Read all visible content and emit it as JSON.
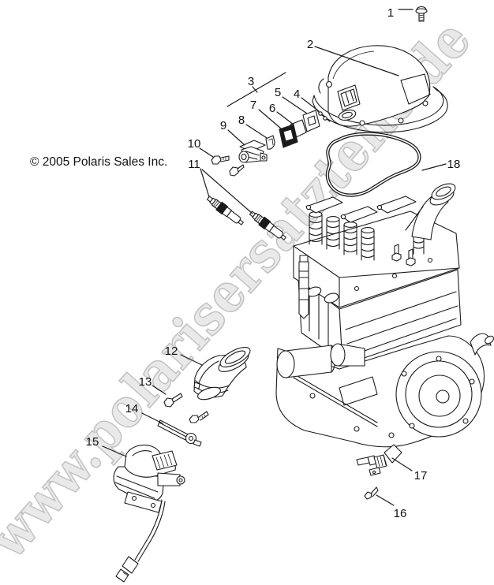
{
  "page": {
    "background": "#ffffff",
    "ink_color": "#1c1c1c"
  },
  "watermark": {
    "text": "www.polarisersatzteile.de",
    "fill": "#e4e4e4",
    "outline": "#b4b4b4"
  },
  "copyright": {
    "text": "© 2005 Polaris Sales Inc."
  },
  "callouts": [
    {
      "label": "1"
    },
    {
      "label": "2"
    },
    {
      "label": "3"
    },
    {
      "label": "4"
    },
    {
      "label": "5"
    },
    {
      "label": "6"
    },
    {
      "label": "7"
    },
    {
      "label": "8"
    },
    {
      "label": "9"
    },
    {
      "label": "10"
    },
    {
      "label": "11"
    },
    {
      "label": "12"
    },
    {
      "label": "13"
    },
    {
      "label": "14"
    },
    {
      "label": "15"
    },
    {
      "label": "16"
    },
    {
      "label": "17"
    },
    {
      "label": "18"
    }
  ]
}
